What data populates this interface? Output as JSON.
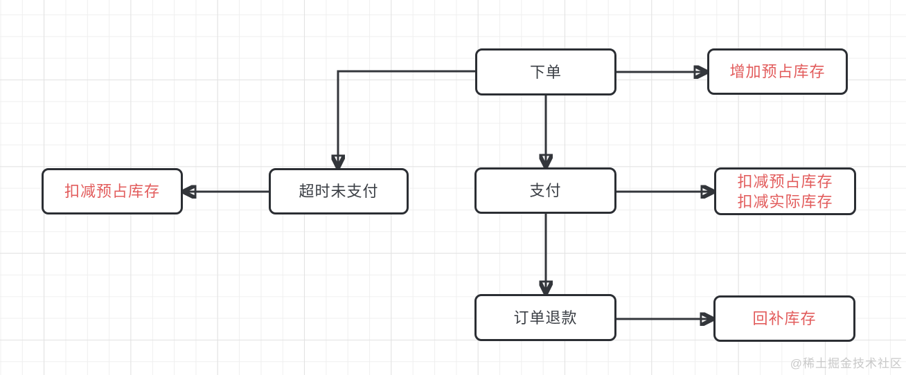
{
  "diagram": {
    "type": "flowchart",
    "nodes": {
      "place_order": {
        "label": "下单",
        "text_style": "dark"
      },
      "increase_reserved": {
        "label": "增加预占库存",
        "text_style": "red"
      },
      "deduct_reserved": {
        "label": "扣减预占库存",
        "text_style": "red"
      },
      "timeout_unpaid": {
        "label": "超时未支付",
        "text_style": "dark"
      },
      "pay": {
        "label": "支付",
        "text_style": "dark"
      },
      "deduct_reserved_and_actual": {
        "line1": "扣减预占库存",
        "line2": "扣减实际库存",
        "text_style": "red"
      },
      "order_refund": {
        "label": "订单退款",
        "text_style": "dark"
      },
      "replenish_stock": {
        "label": "回补库存",
        "text_style": "red"
      }
    },
    "edges": [
      {
        "from": "place_order",
        "to": "increase_reserved"
      },
      {
        "from": "place_order",
        "to": "pay"
      },
      {
        "from": "place_order",
        "to": "timeout_unpaid"
      },
      {
        "from": "timeout_unpaid",
        "to": "deduct_reserved"
      },
      {
        "from": "pay",
        "to": "deduct_reserved_and_actual"
      },
      {
        "from": "pay",
        "to": "order_refund"
      },
      {
        "from": "order_refund",
        "to": "replenish_stock"
      }
    ]
  },
  "watermark": "@稀土掘金技术社区",
  "colors": {
    "node_border": "#2b2e33",
    "dark_text": "#3a3e44",
    "red_text": "#e25c5c",
    "arrow": "#33363b",
    "watermark_gray": "#c9c9c9"
  }
}
